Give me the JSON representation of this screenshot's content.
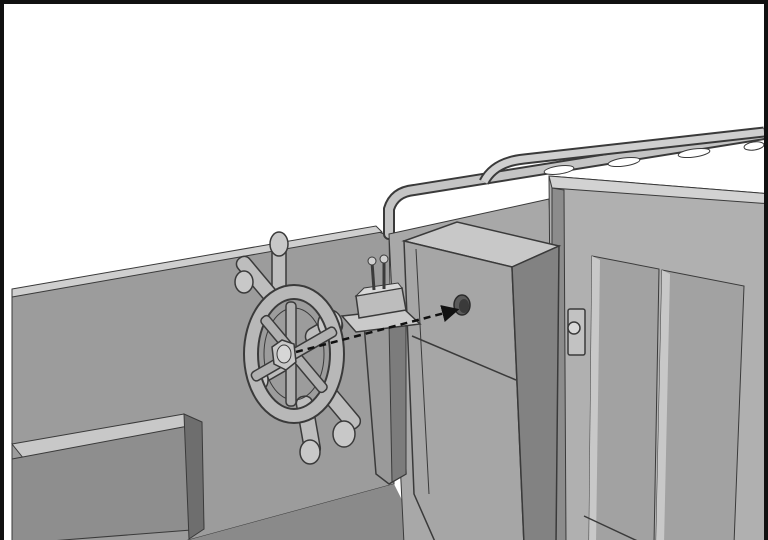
{
  "illustration": {
    "subject": "boat-helm-assembly",
    "view": "isometric-3d-render",
    "components": [
      {
        "name": "ships-wheel",
        "shown": true
      },
      {
        "name": "throttle-control-lever",
        "shown": true
      },
      {
        "name": "helm-console",
        "shown": true
      },
      {
        "name": "cabin-door",
        "shown": true
      },
      {
        "name": "bench-seat",
        "shown": true
      },
      {
        "name": "grab-rail",
        "shown": true
      },
      {
        "name": "mounting-hole",
        "shown": true
      }
    ],
    "callout": {
      "type": "dashed-arrow",
      "from": "ships-wheel-hub",
      "to": "mounting-hole"
    },
    "colors": {
      "frame": "#111111",
      "background": "#ffffff",
      "surface_light": "#b4b4b4",
      "surface_mid": "#9a9a9a",
      "surface_dark": "#7a7a7a",
      "outline": "#2a2a2a",
      "arrow": "#111111"
    }
  }
}
